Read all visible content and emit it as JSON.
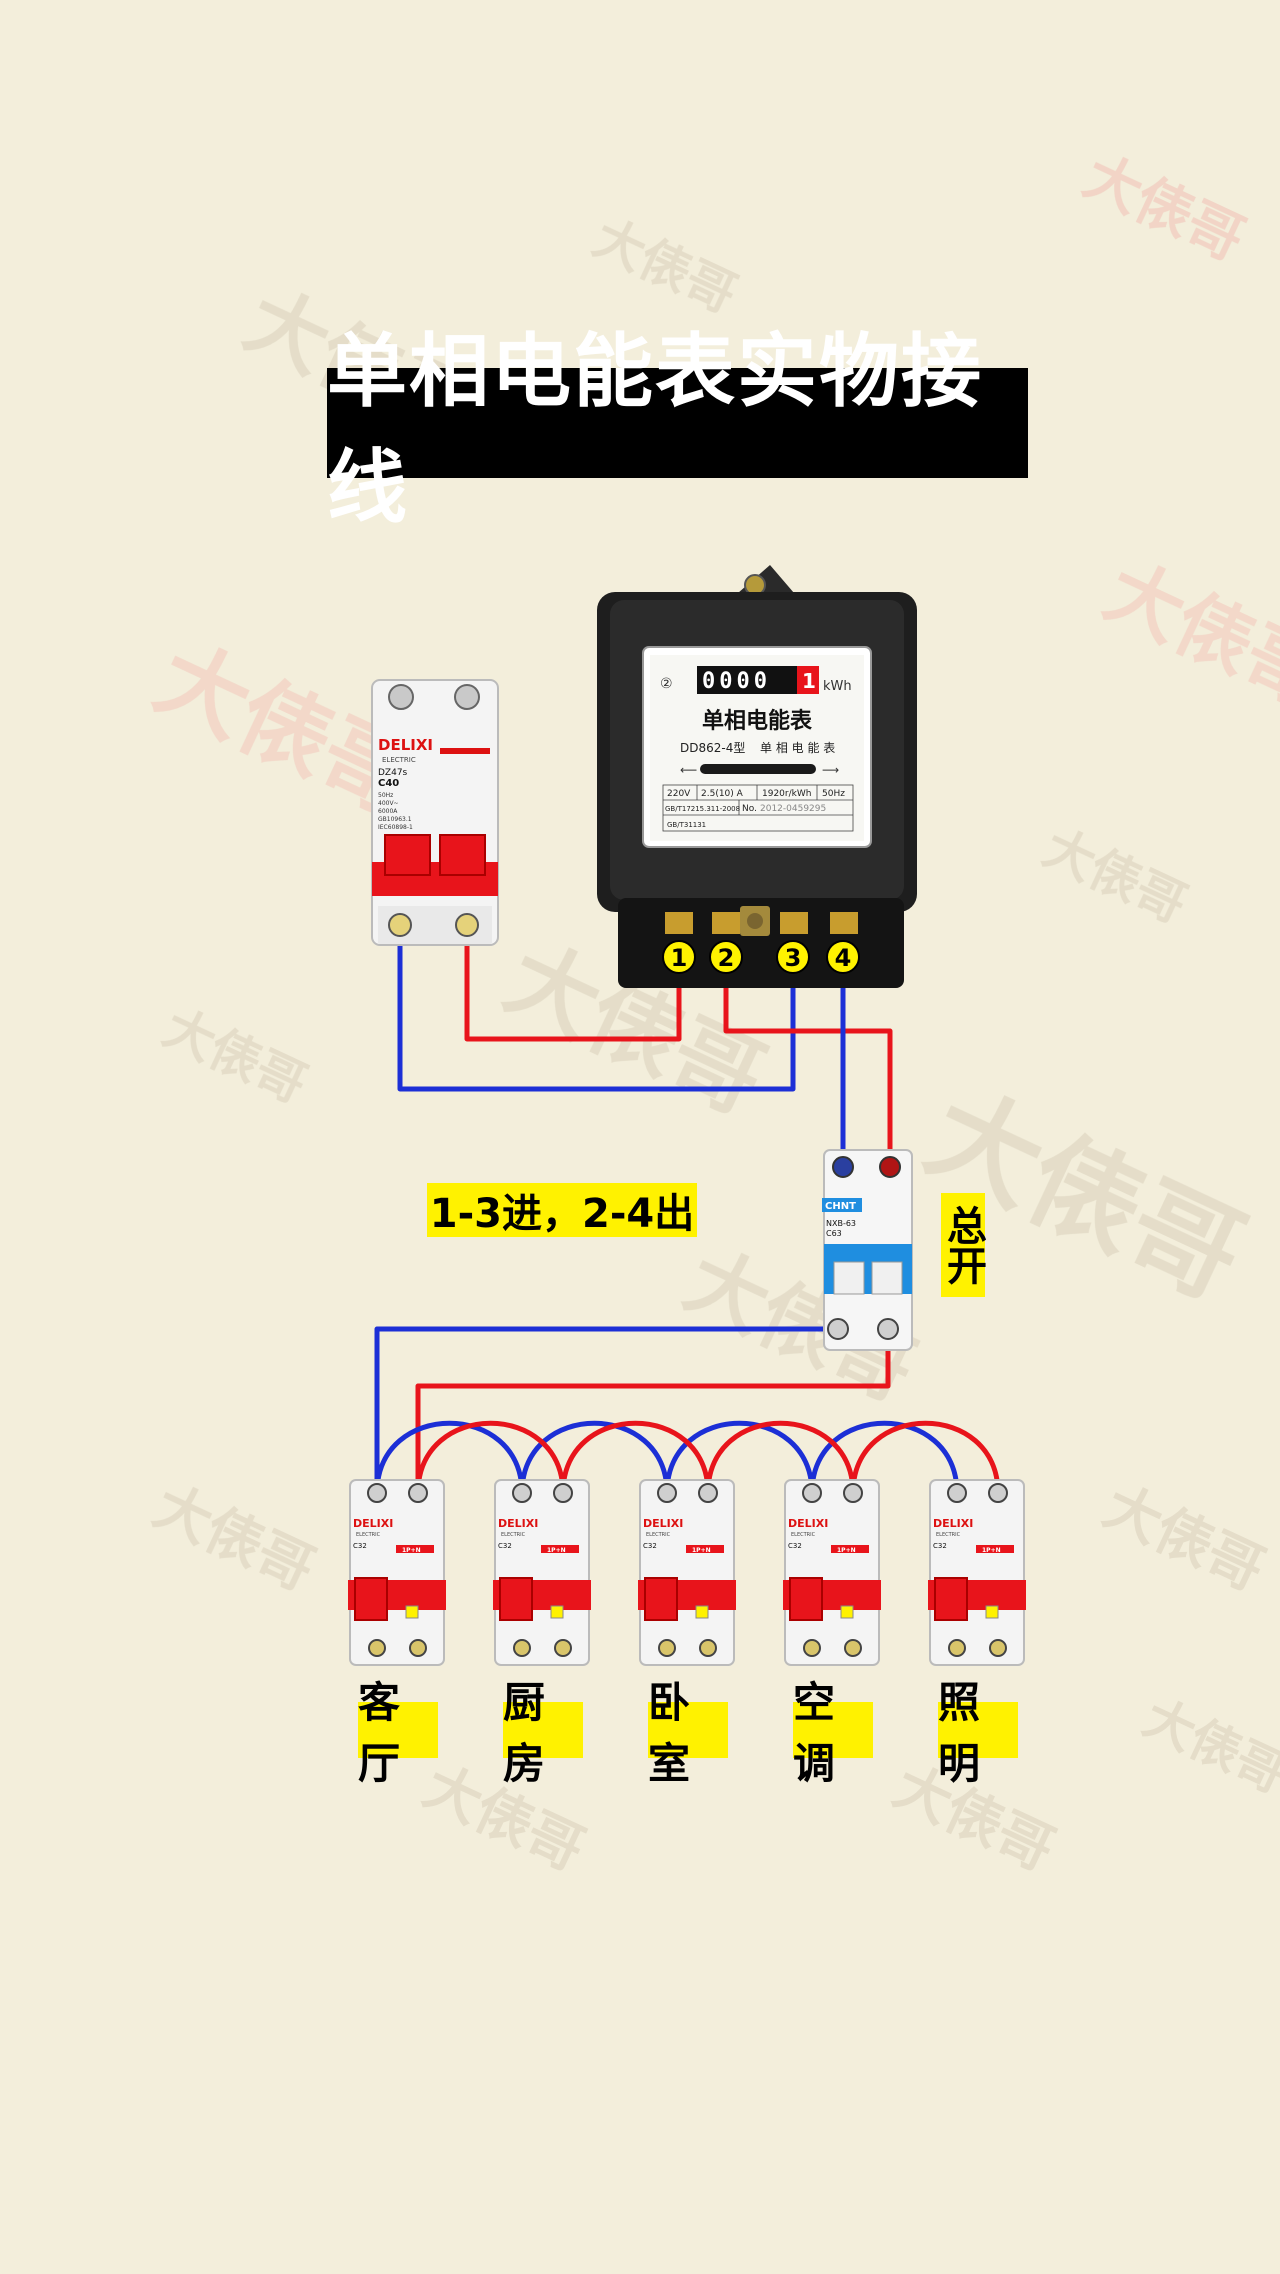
{
  "title": "单相电能表实物接线",
  "meter": {
    "reading": "0000",
    "last_digit": "1",
    "unit": "kWh",
    "circle_mark": "②",
    "name": "单相电能表",
    "model": "DD862-4型",
    "model_name": "单 相 电 能 表",
    "voltage": "220V",
    "current": "2.5(10) A",
    "constant": "1920r/kWh",
    "frequency": "50Hz",
    "standard": "GB/T17215.311-2008",
    "number_label": "No.",
    "number": "2012-0459295",
    "standard2": "GB/T31131",
    "terminals": [
      "1",
      "2",
      "3",
      "4"
    ]
  },
  "left_breaker": {
    "brand": "DELIXI",
    "sub": "ELECTRIC",
    "model": "DZ47s",
    "rating": "C40",
    "spec_lines": [
      "50Hz",
      "400V~",
      "6000A",
      "GB10963.1",
      "IEC60898-1"
    ]
  },
  "main_breaker": {
    "brand": "CHNT",
    "model": "NXB-63",
    "rating": "C63"
  },
  "wiring_note": "1-3进，2-4出",
  "main_switch_label": "总开",
  "branch_breakers": {
    "brand": "DELIXI",
    "sub": "ELECTRIC",
    "model": "C32",
    "tag": "1P+N"
  },
  "branches": [
    "客厅",
    "厨房",
    "卧室",
    "空调",
    "照明"
  ],
  "watermark": "大俵哥",
  "colors": {
    "background": "#f3eedb",
    "live_wire": "#e8141b",
    "neutral_wire": "#1c2fd6",
    "label_bg": "#fff200",
    "breaker_red": "#e8141b",
    "breaker_blue": "#1f8ee0",
    "meter_body": "#1e1e1e"
  }
}
